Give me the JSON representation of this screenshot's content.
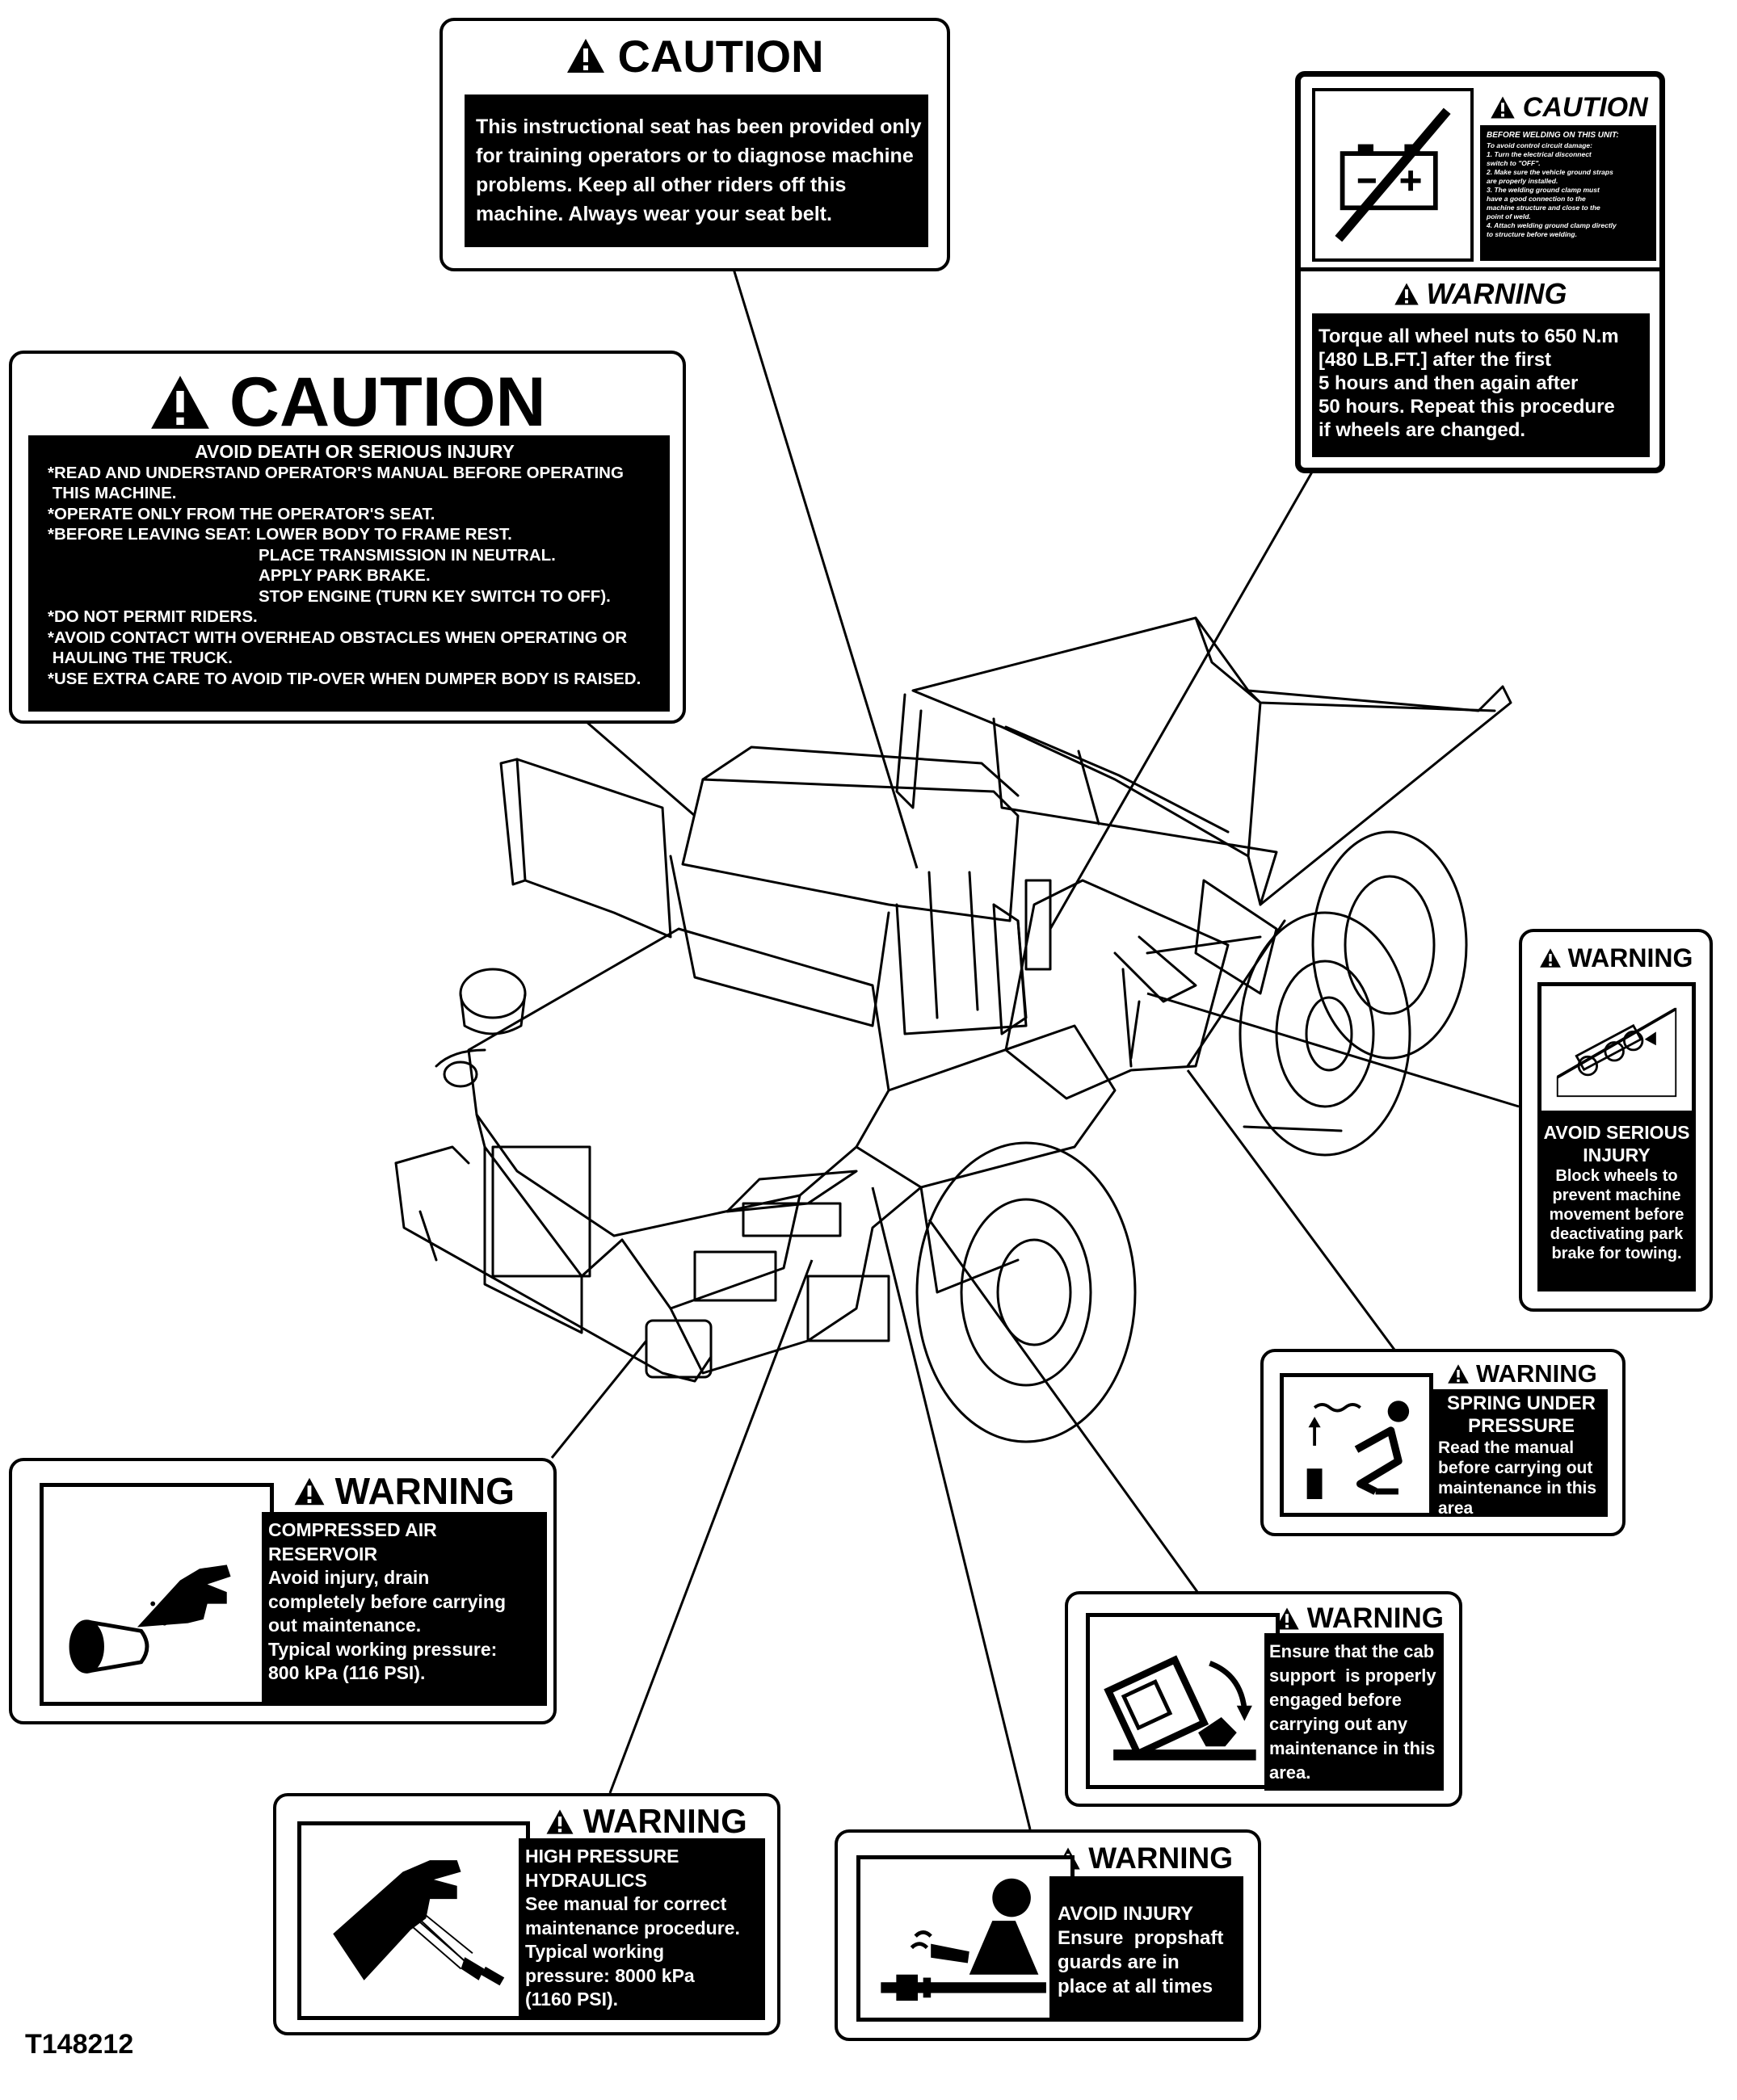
{
  "figure_id": "T148212",
  "labels": {
    "seat": {
      "signal": "CAUTION",
      "lines": [
        "This instructional seat has been provided only",
        "for training operators or to diagnose machine",
        "problems. Keep all other riders off this",
        "machine. Always wear your seat belt."
      ]
    },
    "weld": {
      "caution_signal": "CAUTION",
      "caution_title": "BEFORE WELDING ON THIS UNIT:",
      "caution_lines": [
        "To avoid control circuit damage:",
        "1. Turn the electrical disconnect",
        "switch to \"OFF\".",
        "2. Make sure the vehicle ground straps",
        "are properly installed.",
        "3. The welding ground clamp must",
        "have a good connection to the",
        "machine structure and close to the",
        "point of weld.",
        "4. Attach welding ground clamp directly",
        "to structure before welding."
      ],
      "warning_signal": "WARNING",
      "warning_lines": [
        "Torque all wheel nuts to 650 N.m",
        "[480 LB.FT.] after the first",
        "5 hours and then again after",
        "50 hours. Repeat this procedure",
        "if wheels are changed."
      ]
    },
    "operate": {
      "signal": "CAUTION",
      "title": "AVOID DEATH OR SERIOUS INJURY",
      "lines": [
        "*READ AND UNDERSTAND OPERATOR'S MANUAL BEFORE OPERATING",
        " THIS MACHINE.",
        "*OPERATE ONLY FROM THE OPERATOR'S SEAT.",
        "*BEFORE LEAVING SEAT: LOWER BODY TO FRAME REST."
      ],
      "sub_lines": [
        "PLACE TRANSMISSION IN NEUTRAL.",
        "APPLY PARK BRAKE.",
        "STOP ENGINE (TURN KEY SWITCH TO OFF)."
      ],
      "lines2": [
        "*DO NOT PERMIT RIDERS.",
        "*AVOID CONTACT WITH OVERHEAD OBSTACLES WHEN OPERATING OR",
        " HAULING THE TRUCK.",
        "*USE EXTRA CARE TO AVOID TIP-OVER WHEN DUMPER BODY IS RAISED."
      ]
    },
    "tow": {
      "signal": "WARNING",
      "lines": [
        "AVOID SERIOUS",
        "INJURY"
      ],
      "lines2": [
        "Block wheels to",
        "prevent machine",
        "movement before",
        "deactivating park",
        "brake for towing."
      ]
    },
    "spring": {
      "signal": "WARNING",
      "lines": [
        "SPRING UNDER",
        "PRESSURE"
      ],
      "lines2": [
        "Read the manual",
        "before carrying out",
        "maintenance in this",
        "area"
      ]
    },
    "air": {
      "signal": "WARNING",
      "lines": [
        "COMPRESSED AIR",
        "RESERVOIR",
        "Avoid injury, drain",
        "completely before carrying",
        "out maintenance.",
        "Typical working pressure:",
        "800 kPa (116 PSI)."
      ]
    },
    "cab": {
      "signal": "WARNING",
      "lines": [
        "Ensure that the cab",
        "support  is properly",
        "engaged before",
        "carrying out any",
        "maintenance in this",
        "area."
      ]
    },
    "hydraulics": {
      "signal": "WARNING",
      "lines": [
        "HIGH PRESSURE",
        "HYDRAULICS",
        "See manual for correct",
        "maintenance procedure.",
        "Typical working",
        "pressure: 8000 kPa",
        "(1160 PSI)."
      ]
    },
    "propshaft": {
      "signal": "WARNING",
      "lines": [
        "AVOID INJURY",
        "Ensure  propshaft",
        "guards are in",
        "place at all times"
      ]
    }
  }
}
